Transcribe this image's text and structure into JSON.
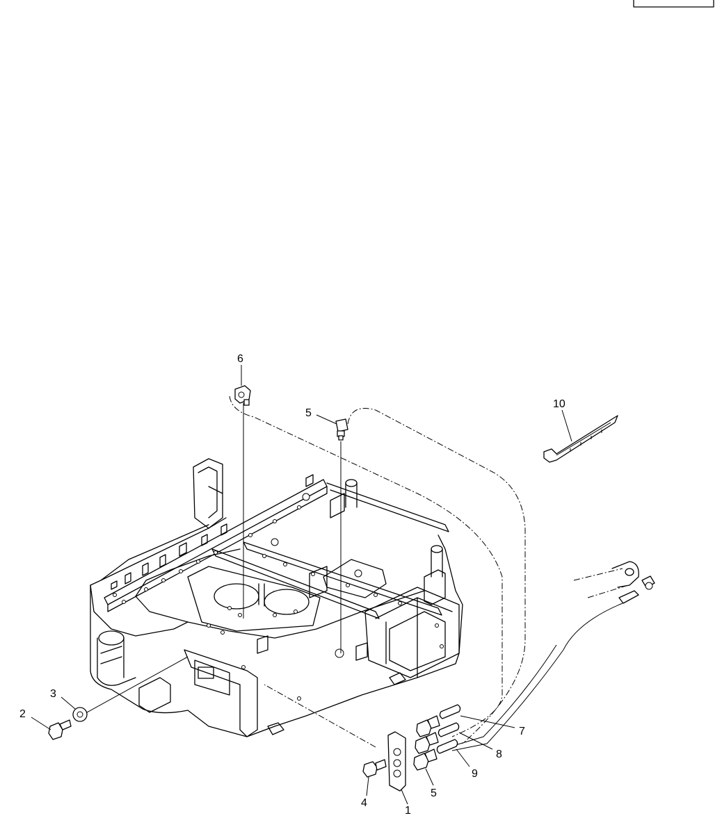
{
  "diagram": {
    "callouts": [
      {
        "id": "c6",
        "label": "6"
      },
      {
        "id": "c5a",
        "label": "5"
      },
      {
        "id": "c10",
        "label": "10"
      },
      {
        "id": "c3",
        "label": "3"
      },
      {
        "id": "c2",
        "label": "2"
      },
      {
        "id": "c7",
        "label": "7"
      },
      {
        "id": "c8",
        "label": "8"
      },
      {
        "id": "c9",
        "label": "9"
      },
      {
        "id": "c4",
        "label": "4"
      },
      {
        "id": "c1",
        "label": "1"
      },
      {
        "id": "c5b",
        "label": "5"
      }
    ]
  }
}
